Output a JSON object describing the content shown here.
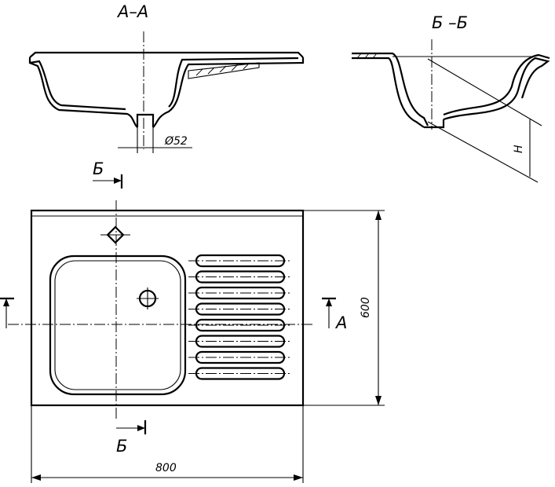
{
  "sections": {
    "aa": {
      "title": "А–А",
      "diameter_label": "Ø52"
    },
    "bb": {
      "title": "Б –Б",
      "height_label": "Н"
    }
  },
  "plan": {
    "cut_b_top": "Б",
    "cut_b_bottom": "Б",
    "cut_a_right": "А",
    "width_label": "800",
    "height_label": "600",
    "drainboard_grooves": 8
  }
}
